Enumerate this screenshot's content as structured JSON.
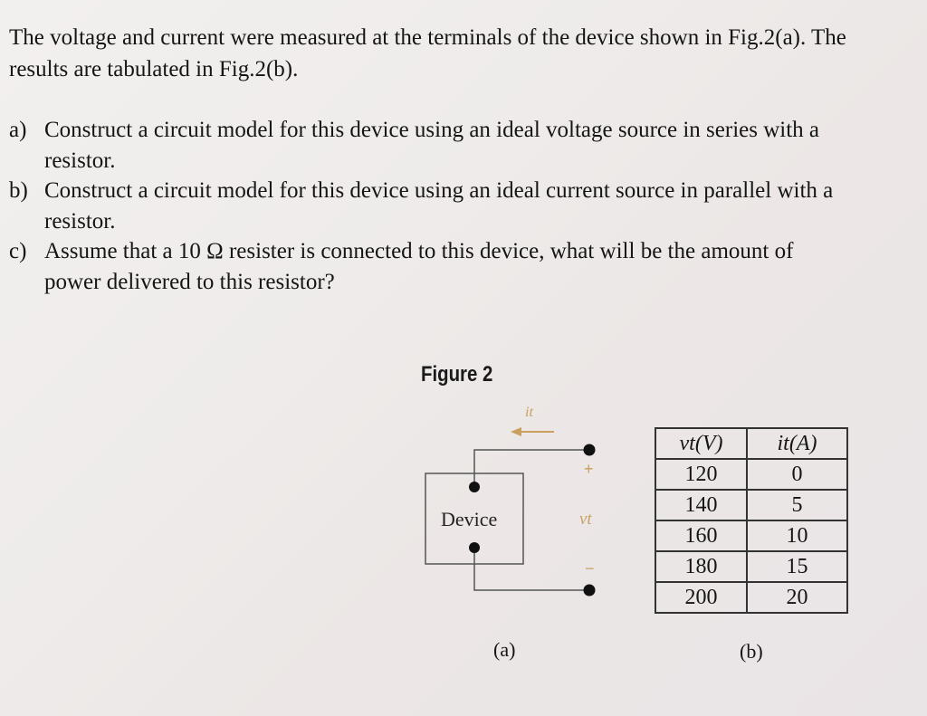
{
  "intro": "The voltage and current were measured at the terminals of the device shown in Fig.2(a). The results are tabulated in Fig.2(b).",
  "questions": [
    {
      "label": "a)",
      "text": "Construct a circuit model for this device using an ideal voltage source in series with a resistor."
    },
    {
      "label": "b)",
      "text": "Construct a circuit model for this device using an ideal current source in parallel with a resistor."
    },
    {
      "label": "c)",
      "text": "Assume that a 10 Ω resister is connected to this device, what will be the amount of power delivered to this resistor?"
    }
  ],
  "figure": {
    "title": "Figure 2",
    "circuit": {
      "device_label": "Device",
      "plus": "+",
      "minus": "−",
      "voltage_label": "vt",
      "current_label": "it",
      "caption": "(a)",
      "accent_color": "#c9a060"
    },
    "table": {
      "headers": [
        "vt(V)",
        "it(A)"
      ],
      "rows": [
        [
          "120",
          "0"
        ],
        [
          "140",
          "5"
        ],
        [
          "160",
          "10"
        ],
        [
          "180",
          "15"
        ],
        [
          "200",
          "20"
        ]
      ],
      "caption": "(b)"
    }
  }
}
